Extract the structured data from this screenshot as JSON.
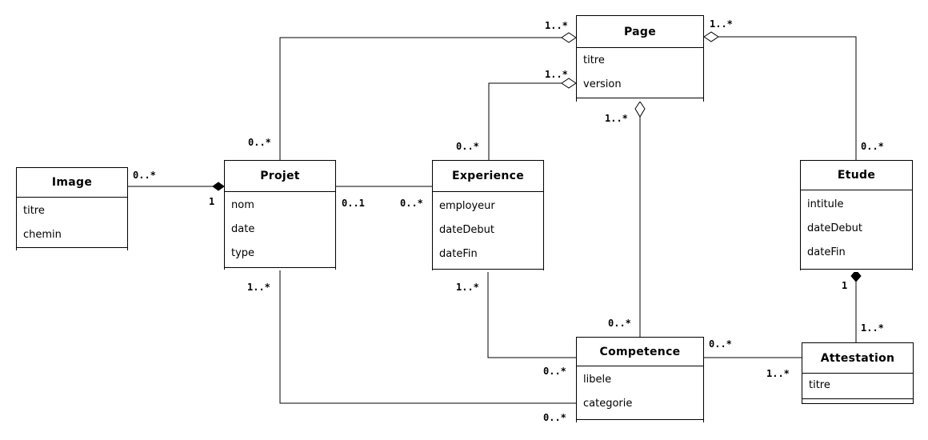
{
  "diagram": {
    "kind": "uml-class-diagram",
    "background_color": "#ffffff",
    "line_color": "#000000",
    "box_fill_color": "#ffffff"
  },
  "classes": {
    "image": {
      "name": "Image",
      "attributes": [
        "titre",
        "chemin"
      ]
    },
    "projet": {
      "name": "Projet",
      "attributes": [
        "nom",
        "date",
        "type"
      ]
    },
    "experience": {
      "name": "Experience",
      "attributes": [
        "employeur",
        "dateDebut",
        "dateFin"
      ]
    },
    "page": {
      "name": "Page",
      "attributes": [
        "titre",
        "version"
      ]
    },
    "etude": {
      "name": "Etude",
      "attributes": [
        "intitule",
        "dateDebut",
        "dateFin"
      ]
    },
    "competence": {
      "name": "Competence",
      "attributes": [
        "libele",
        "categorie"
      ]
    },
    "attestation": {
      "name": "Attestation",
      "attributes": [
        "titre"
      ]
    }
  },
  "associations": {
    "projet_page": {
      "from": "Projet",
      "to": "Page",
      "kind": "aggregation (open diamond at Page)",
      "from_mult": "0..*",
      "to_mult": "1..*"
    },
    "experience_page": {
      "from": "Experience",
      "to": "Page",
      "kind": "aggregation (open diamond at Page)",
      "from_mult": "0..*",
      "to_mult": "1..*"
    },
    "page_etude": {
      "from": "Page",
      "to": "Etude",
      "kind": "aggregation (open diamond at Page)",
      "from_mult": "1..*",
      "to_mult": "0..*"
    },
    "page_competence": {
      "from": "Page",
      "to": "Competence",
      "kind": "aggregation (open diamond at Page)",
      "from_mult": "1..*",
      "to_mult": "0..*"
    },
    "image_projet": {
      "from": "Image",
      "to": "Projet",
      "kind": "composition (filled diamond at Projet)",
      "from_mult": "0..*",
      "to_mult": "1"
    },
    "projet_experience": {
      "from": "Projet",
      "to": "Experience",
      "kind": "association",
      "from_mult": "0..1",
      "to_mult": "0..*"
    },
    "projet_competence": {
      "from": "Projet",
      "to": "Competence",
      "kind": "association",
      "from_mult": "1..*",
      "to_mult": "0..*"
    },
    "experience_competence": {
      "from": "Experience",
      "to": "Competence",
      "kind": "association",
      "from_mult": "1..*",
      "to_mult": "0..*"
    },
    "competence_attestation": {
      "from": "Competence",
      "to": "Attestation",
      "kind": "association",
      "from_mult": "0..*",
      "to_mult": "1..*"
    },
    "etude_attestation": {
      "from": "Etude",
      "to": "Attestation",
      "kind": "composition (filled diamond at Etude)",
      "from_mult": "1",
      "to_mult": "1..*"
    }
  }
}
